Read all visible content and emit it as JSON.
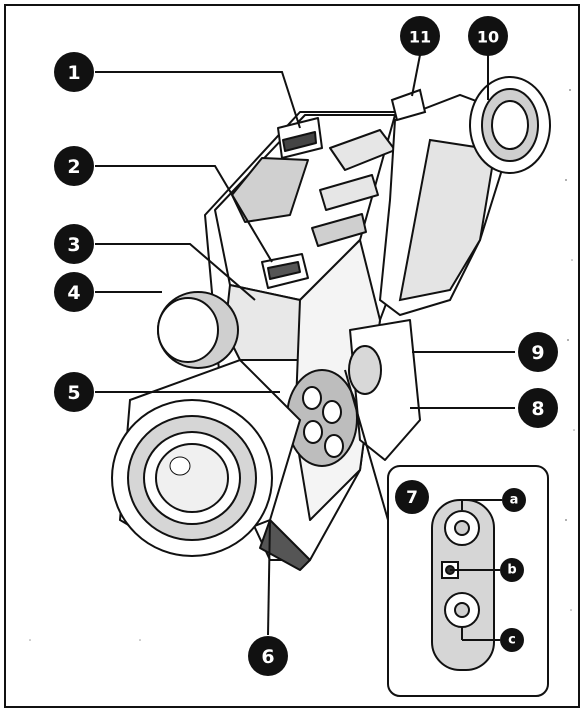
{
  "callouts": [
    "1",
    "2",
    "3",
    "4",
    "5",
    "6",
    "7",
    "8",
    "9",
    "10",
    "11"
  ],
  "inset": {
    "label": "7",
    "sub_labels": [
      "a",
      "b",
      "c"
    ]
  },
  "colors": {
    "ink": "#111111",
    "paper": "#ffffff",
    "shade": "#c8c8c8",
    "dark_shade": "#8a8a8a"
  }
}
